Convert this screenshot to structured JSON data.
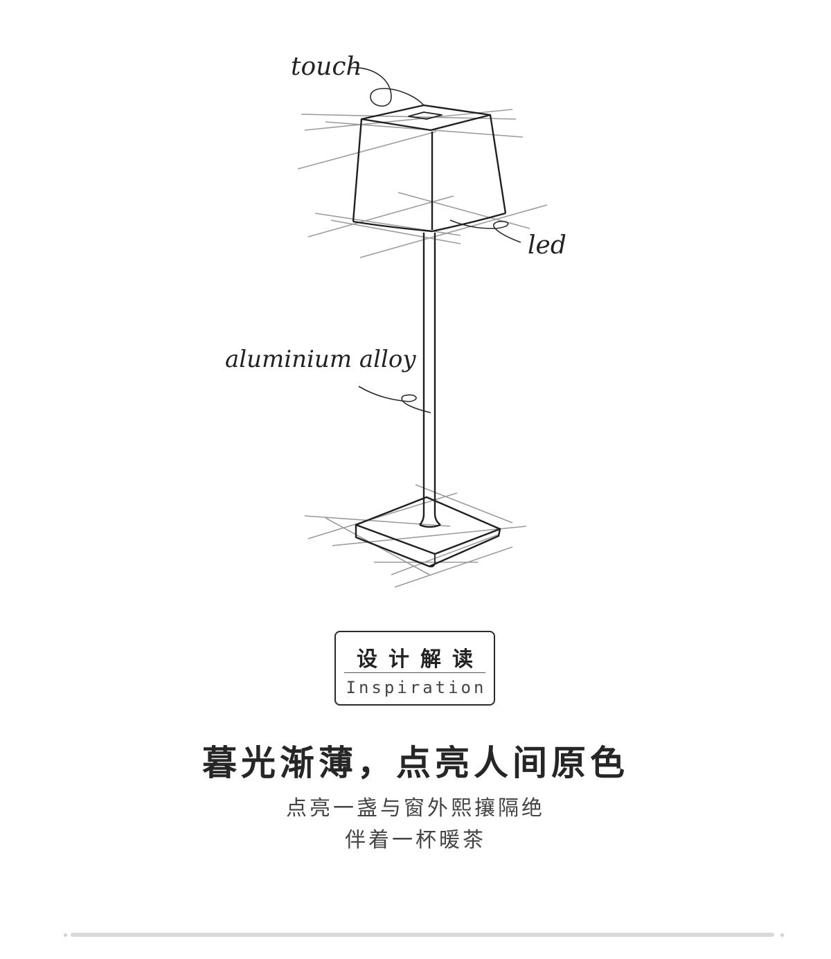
{
  "sketch": {
    "labels": {
      "touch": "touch",
      "led": "led",
      "body": "aluminium alloy"
    }
  },
  "badge": {
    "title_cn": "设计解读",
    "title_en": "Inspiration"
  },
  "headline": "暮光渐薄，点亮人间原色",
  "subtitle_lines": [
    "点亮一盏与窗外熙攘隔绝",
    "伴着一杯暖茶"
  ],
  "colors": {
    "ink": "#262626",
    "scrollbar": "#d9d9d9"
  }
}
